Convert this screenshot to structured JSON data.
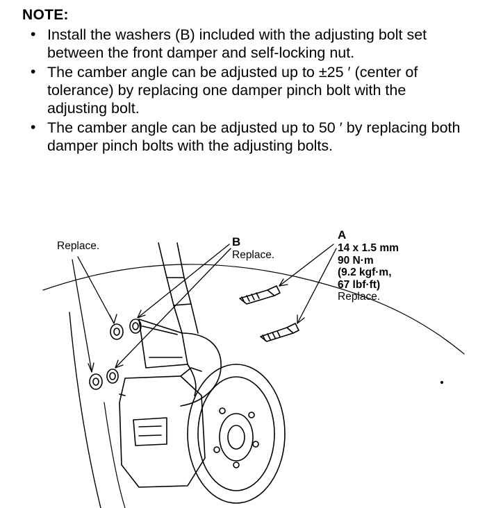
{
  "note": {
    "title": "NOTE:",
    "bullet_char": "•",
    "items": [
      "Install the washers (B) included with the adjusting bolt set between the front damper and self-locking nut.",
      "The camber angle can be adjusted up to ±25 ′ (center of tolerance) by replacing one damper pinch bolt with the adjusting bolt.",
      "The camber angle can be adjusted up to 50 ′ by replacing both damper pinch bolts with the adjusting bolts."
    ]
  },
  "figure": {
    "label_replace_left": "Replace.",
    "label_b": "B",
    "label_b_replace": "Replace.",
    "label_a": "A",
    "spec_size": "14 x 1.5 mm",
    "spec_torque_nm": "90 N·m",
    "spec_torque_kgf": "(9.2 kgf·m,",
    "spec_torque_lbf": "67 lbf·ft)",
    "spec_replace": "Replace."
  }
}
